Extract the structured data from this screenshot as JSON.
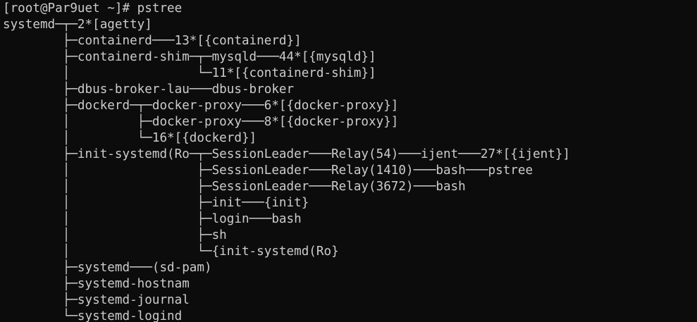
{
  "terminal": {
    "prompt": "[root@Par9uet ~]# ",
    "command": "pstree",
    "output_lines": [
      "systemd─┬─2*[agetty]",
      "        ├─containerd───13*[{containerd}]",
      "        ├─containerd-shim─┬─mysqld───44*[{mysqld}]",
      "        │                 └─11*[{containerd-shim}]",
      "        ├─dbus-broker-lau───dbus-broker",
      "        ├─dockerd─┬─docker-proxy───6*[{docker-proxy}]",
      "        │         ├─docker-proxy───8*[{docker-proxy}]",
      "        │         └─16*[{dockerd}]",
      "        ├─init-systemd(Ro─┬─SessionLeader───Relay(54)───ijent───27*[{ijent}]",
      "        │                 ├─SessionLeader───Relay(1410)───bash───pstree",
      "        │                 ├─SessionLeader───Relay(3672)───bash",
      "        │                 ├─init───{init}",
      "        │                 ├─login───bash",
      "        │                 ├─sh",
      "        │                 └─{init-systemd(Ro}",
      "        ├─systemd───(sd-pam)",
      "        ├─systemd-hostnam",
      "        ├─systemd-journal",
      "        └─systemd-logind"
    ]
  }
}
